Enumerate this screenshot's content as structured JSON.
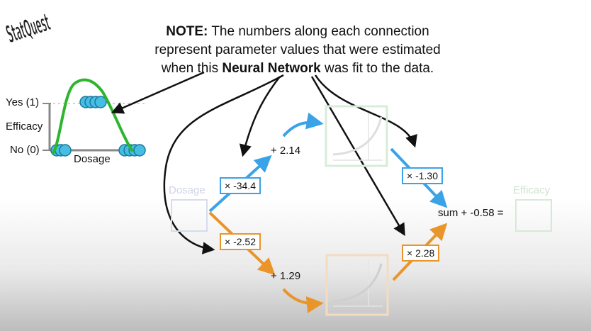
{
  "logo": {
    "text": "StatQuest"
  },
  "note": {
    "prefix": "NOTE:",
    "line1_rest": " The numbers along each connection",
    "line2": "represent parameter values that were estimated",
    "line3_pre": "when this ",
    "line3_bold": "Neural Network",
    "line3_post": " was fit to the data."
  },
  "plot": {
    "y_top": "Yes (1)",
    "y_mid": "Efficacy",
    "y_bottom": "No (0)",
    "x_label": "Dosage"
  },
  "network": {
    "input_label": "Dosage",
    "output_label": "Efficacy",
    "w1": "× -34.4",
    "b1": "+ 2.14",
    "w2": "× -2.52",
    "b2": "+ 1.29",
    "w3": "× -1.30",
    "w4": "× 2.28",
    "sum": "sum + -0.58 ="
  },
  "colors": {
    "blue": "#3aa2e6",
    "orange": "#e9952a",
    "green": "#2db52d"
  }
}
